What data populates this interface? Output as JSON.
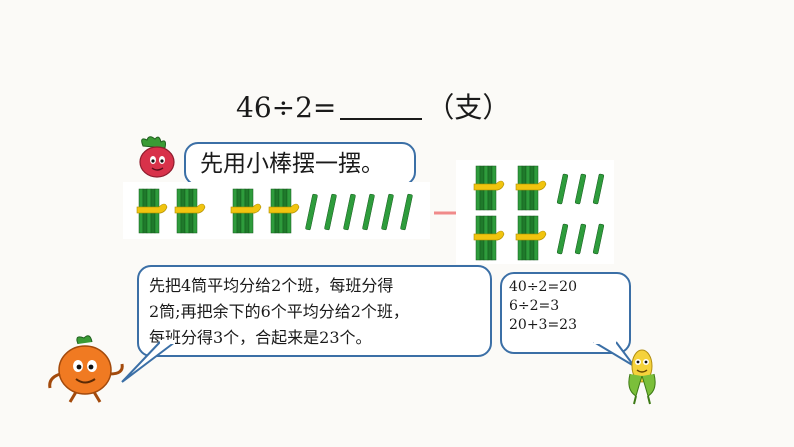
{
  "title": {
    "left": "46÷2=",
    "right": "（支）"
  },
  "bubbles": {
    "prompt": "先用小棒摆一摆。",
    "explanation": [
      "先把4筒平均分给2个班，每班分得",
      "2筒;再把余下的6个平均分给2个班，",
      "每班分得3个，合起来是23个。"
    ],
    "calculation": [
      "40÷2=20",
      "6÷2=3",
      "20+3=23"
    ]
  },
  "colors": {
    "stick": "#2e9c3c",
    "stick_dark": "#1f7a2b",
    "ribbon": "#f1c40f",
    "bubble_border": "#3b6fa6",
    "arrow": "#f08a8a"
  },
  "icons": [
    "radish-mascot-icon",
    "orange-mascot-icon",
    "corn-mascot-icon",
    "arrow-right-icon",
    "stick-bundle-icon",
    "single-stick-icon"
  ],
  "bundles": {
    "before": {
      "bundles": 4,
      "singles": 6
    },
    "after_top_row": {
      "bundles": 2,
      "singles": 3
    },
    "after_bottom_row": {
      "bundles": 2,
      "singles": 3
    }
  }
}
